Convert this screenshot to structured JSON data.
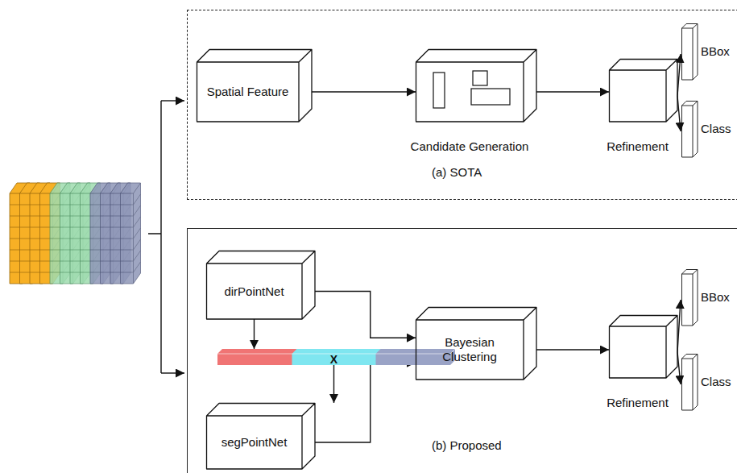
{
  "diagram": {
    "nodes": [
      {
        "text": [
          "(a) SOTA"
        ]
      },
      {
        "text": [
          "Spatial Feature"
        ],
        "in": 0
      },
      {
        "text": [
          "Candidate Generation"
        ],
        "in": 0
      },
      {
        "text": [
          "Refinement"
        ],
        "in": 0
      },
      {
        "text": [
          "BBox"
        ],
        "in": 0
      },
      {
        "text": [
          "Class"
        ],
        "in": 0
      },
      {
        "text": [
          "(b) Proposed"
        ]
      },
      {
        "text": [
          "dirPointNet"
        ],
        "in": 6
      },
      {
        "text": [
          "X"
        ],
        "in": 6
      },
      {
        "text": [
          "segPointNet"
        ],
        "in": 6
      },
      {
        "text": [
          "Bayesian Clustering"
        ],
        "in": 6
      },
      {
        "text": [
          "Refinement"
        ],
        "in": 6
      },
      {
        "text": [
          "BBox"
        ],
        "in": 6
      },
      {
        "text": [
          "Class"
        ],
        "in": 6
      }
    ],
    "edges": [
      {
        "from": 1,
        "to": 2,
        "arrow": "to"
      },
      {
        "from": 2,
        "to": 3,
        "arrow": "to"
      },
      {
        "from": 3,
        "to": 4,
        "arrow": "to"
      },
      {
        "from": 3,
        "to": 5,
        "arrow": "to"
      },
      {
        "from": 7,
        "to": 8,
        "arrow": "to"
      },
      {
        "from": 8,
        "to": 9,
        "arrow": "to"
      },
      {
        "from": 7,
        "to": 10,
        "arrow": "to"
      },
      {
        "from": 9,
        "to": 10,
        "arrow": "to"
      },
      {
        "from": 10,
        "to": 11,
        "arrow": "to"
      },
      {
        "from": 11,
        "to": 12,
        "arrow": "to"
      },
      {
        "from": 11,
        "to": 13,
        "arrow": "to"
      }
    ]
  }
}
